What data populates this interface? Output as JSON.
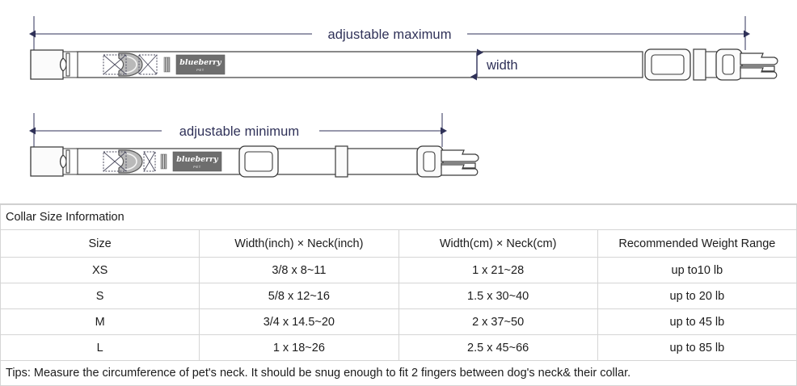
{
  "diagram": {
    "max_label": "adjustable maximum",
    "min_label": "adjustable minimum",
    "width_label": "width",
    "brand_name": "blueberry",
    "brand_sub": "PET",
    "accent_color": "#2f3158",
    "line_color": "#3a3a3a",
    "logo_patch_color": "#6e6e6e",
    "hardware_fill": "#fbfbfb",
    "dring_fill": "#b9b9b9"
  },
  "table": {
    "title": "Collar Size Information",
    "headers": [
      "Size",
      "Width(inch)  ×  Neck(inch)",
      "Width(cm)  ×  Neck(cm)",
      "Recommended Weight Range"
    ],
    "rows": [
      {
        "size": "XS",
        "inch": "3/8 x 8~11",
        "cm": "1 x 21~28",
        "weight": "up to10 lb"
      },
      {
        "size": "S",
        "inch": "5/8 x 12~16",
        "cm": "1.5 x 30~40",
        "weight": "up to 20 lb"
      },
      {
        "size": "M",
        "inch": "3/4 x 14.5~20",
        "cm": "2 x 37~50",
        "weight": "up to 45 lb"
      },
      {
        "size": "L",
        "inch": "1 x 18~26",
        "cm": "2.5 x 45~66",
        "weight": "up to 85 lb"
      }
    ],
    "tips": "Tips: Measure the circumference of pet's neck. It should be snug enough to fit 2 fingers between dog's neck& their collar."
  }
}
